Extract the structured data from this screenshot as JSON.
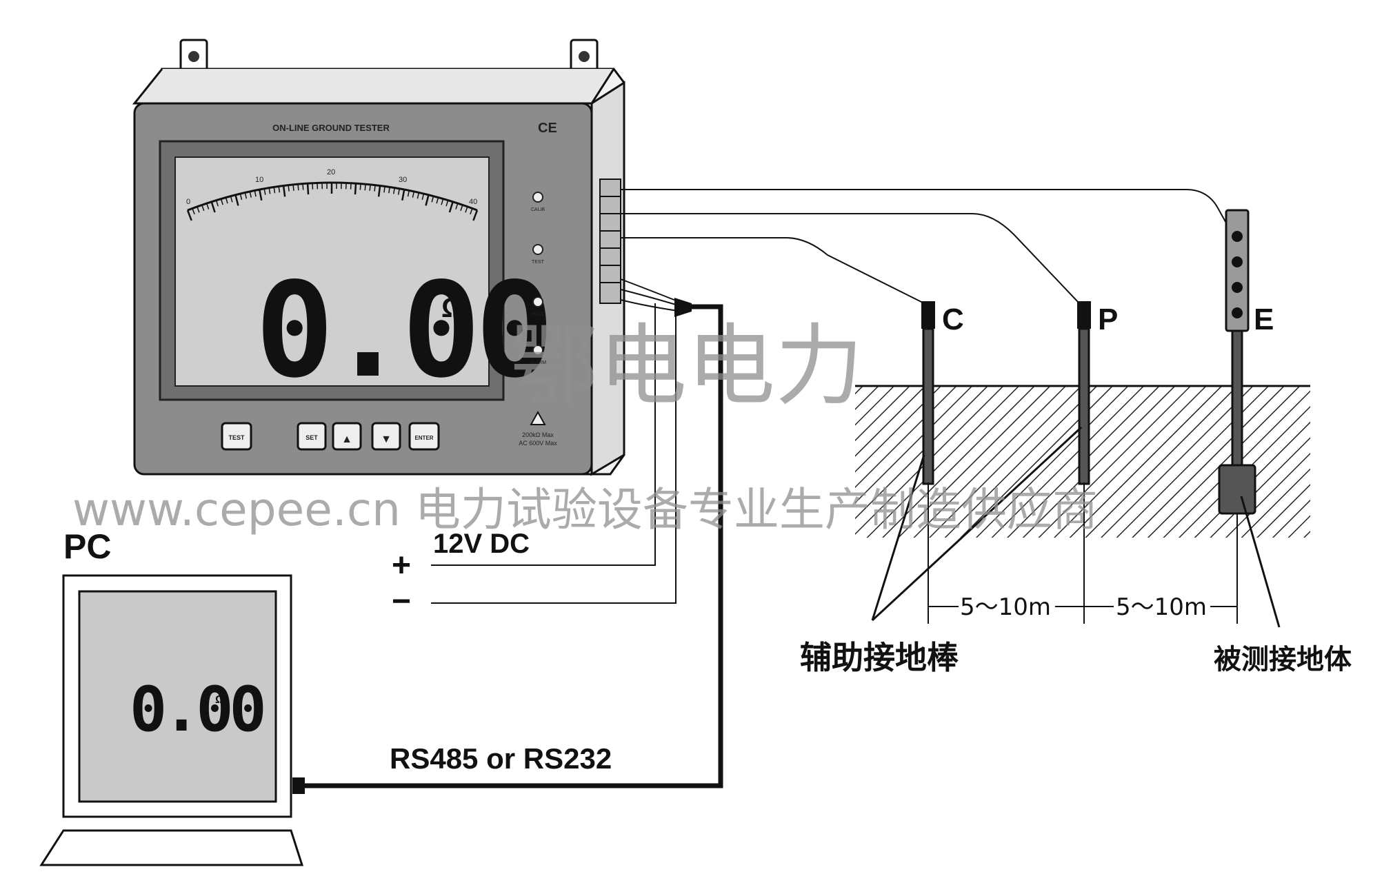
{
  "device": {
    "brand_title": "ON-LINE GROUND TESTER",
    "ce_mark": "CE",
    "reading": "0.00",
    "unit": "Ω",
    "scale_labels": [
      "0",
      "10",
      "20",
      "30",
      "40"
    ],
    "led_labels": [
      "CALIB",
      "TEST",
      "HOLD",
      "ALARM"
    ],
    "buttons": [
      "TEST",
      "SET",
      "▲",
      "▼",
      "ENTER"
    ],
    "rating_line1": "200kΩ Max",
    "rating_line2": "AC 600V Max"
  },
  "power": {
    "label": "12V DC",
    "plus": "+",
    "minus": "−"
  },
  "pc": {
    "label": "PC",
    "reading": "0.00",
    "unit": "Ω"
  },
  "link": {
    "label": "RS485 or RS232"
  },
  "electrodes": {
    "c_label": "C",
    "p_label": "P",
    "e_label": "E",
    "dist_1": "5～10m",
    "dist_2": "5～10m",
    "aux_rod_label": "辅助接地棒",
    "tested_body_label": "被测接地体"
  },
  "watermark": {
    "company": "鄂电电力",
    "url_line": "www.cepee.cn  电力试验设备专业生产制造供应商"
  },
  "colors": {
    "device_face": "#8c8c8c",
    "lcd_bg": "#cfcfcf",
    "line": "#111111",
    "watermark": "#8f8f8f"
  }
}
